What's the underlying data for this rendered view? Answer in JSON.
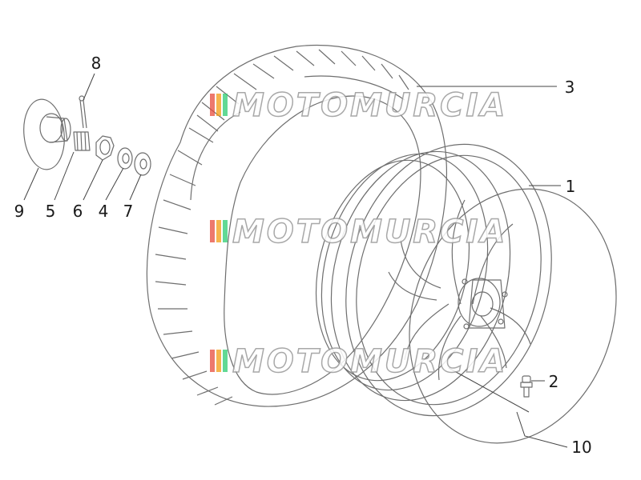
{
  "diagram": {
    "callouts": [
      {
        "id": "c1",
        "text": "1"
      },
      {
        "id": "c2",
        "text": "2"
      },
      {
        "id": "c3",
        "text": "3"
      },
      {
        "id": "c4",
        "text": "4"
      },
      {
        "id": "c5",
        "text": "5"
      },
      {
        "id": "c6",
        "text": "6"
      },
      {
        "id": "c7",
        "text": "7"
      },
      {
        "id": "c8",
        "text": "8"
      },
      {
        "id": "c9",
        "text": "9"
      },
      {
        "id": "c10",
        "text": "10"
      }
    ]
  },
  "watermark": {
    "text": "MOTOMURCIA",
    "colors": [
      "#e74c3c",
      "#f39c12",
      "#2ecc71"
    ]
  },
  "colors": {
    "line": "#6e6e6e",
    "leader": "#444444",
    "text": "#1a1a1a"
  }
}
